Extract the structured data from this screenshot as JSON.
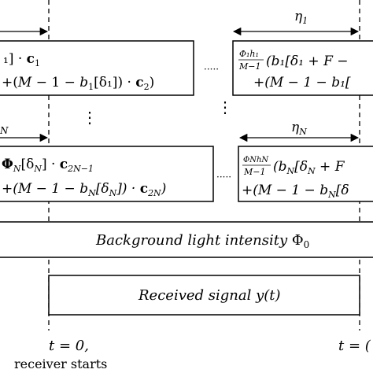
{
  "box1": {
    "line1_pre": "₁] · ",
    "line1_c": "c",
    "line1_sub": "1",
    "line2_pre": "+(",
    "line2_mid": "M",
    "line2_rest": " − 1 − ",
    "line2_b": "b",
    "line2_bsub": "1",
    "line2_delta": "[δ₁]) · ",
    "line2_c": "c",
    "line2_csub": "2",
    "line2_close": ")"
  },
  "box2": {
    "frac_num": "Φ₁h₁",
    "frac_den": "M−1",
    "line1_rest": "(b₁[δ₁ + F −",
    "line2": "+(M − 1 − b₁["
  },
  "box3": {
    "line1_pre": "Φ",
    "line1_sub": "N",
    "line1_mid": "[δ",
    "line1_sub2": "N",
    "line1_end": "] · ",
    "line1_c": "c",
    "line1_csub": "2N−1",
    "line2_pre": "+(M − 1 − b",
    "line2_sub": "N",
    "line2_mid": "[δ",
    "line2_sub2": "N",
    "line2_end": "]) · ",
    "line2_c": "c",
    "line2_csub": "2N",
    "line2_close": ")"
  },
  "box4": {
    "frac_num": "ΦNhN",
    "frac_den": "M−1",
    "line1_rest": "(b",
    "line1_sub": "N",
    "line1_end": "[δ",
    "line1_sub2": "N",
    "line1_end2": " + F",
    "line2_pre": "+(M − 1 − b",
    "line2_sub": "N",
    "line2_end": "[δ"
  },
  "arrows": {
    "eta1": "η",
    "eta1_sub": "1",
    "etaN": "η",
    "etaN_sub": "N",
    "left_top_sub": "N"
  },
  "ellipsis": {
    "h_dots": "·····",
    "v_dots": "⋮"
  },
  "background": {
    "text": "Background light intensity ",
    "symbol": "Φ",
    "symbol_sub": "0"
  },
  "received": {
    "text": "Received signal ",
    "symbol": "y(t)"
  },
  "timeline": {
    "t0_label": "t = 0,",
    "t0_caption": "receiver starts",
    "t_right_label": "t = ("
  }
}
